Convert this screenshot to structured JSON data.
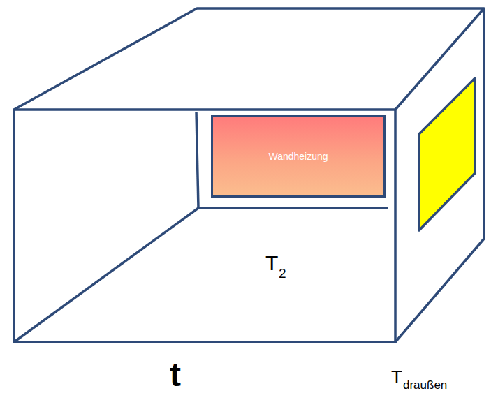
{
  "diagram": {
    "nodes": [
      {
        "text": [
          "Wandheizung"
        ]
      }
    ],
    "labels": [
      "T",
      "2",
      "T",
      "draußen",
      "t"
    ]
  }
}
